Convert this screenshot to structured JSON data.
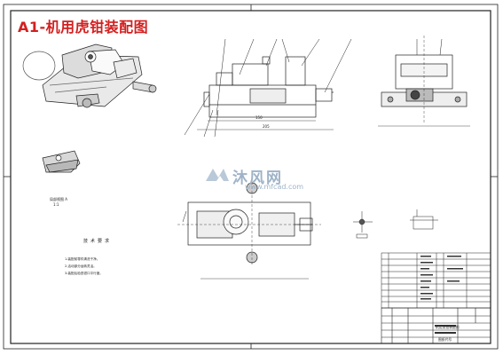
{
  "title": "A1-机用虎钳装配图",
  "watermark": {
    "brand_cn": "沐风网",
    "url": "www.mfcad.com",
    "logo": "mf-logo-icon"
  },
  "colors": {
    "title": "#d32020",
    "lines": "#222222",
    "watermark": "#9fb3c8"
  },
  "detail_label": "局部视图 A",
  "detail_scale": "1:1",
  "notes": {
    "title": "技术要求",
    "lines": [
      "1.装配前零件清洗干净。",
      "2.活动部分运转灵活。",
      "3.装配后检查钳口平行度。"
    ]
  },
  "title_block": {
    "name": "机用虎钳装配图",
    "drawing_no": "图纸代号"
  }
}
